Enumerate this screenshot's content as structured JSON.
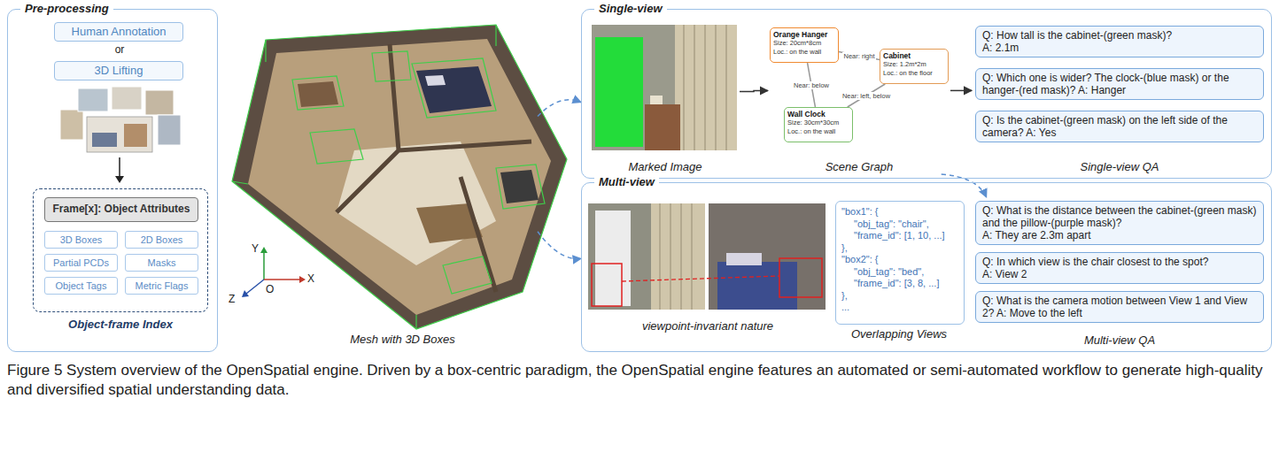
{
  "diagram": {
    "caption": "Figure 5 System overview of the OpenSpatial engine. Driven by a box-centric paradigm, the OpenSpatial engine features an automated or semi-automated workflow to generate high-quality and diversified spatial understanding data.",
    "nodes": [
      {
        "text": [
          "Pre-processing"
        ]
      },
      {
        "text": [
          "Human Annotation"
        ],
        "in": 0
      },
      {
        "text": [
          "3D Lifting"
        ],
        "in": 0
      },
      {
        "text": [
          "Object-frame Index"
        ],
        "in": 0
      },
      {
        "text": [
          "Frame[x]: Object Attributes"
        ],
        "in": 3
      },
      {
        "text": [
          "3D Boxes"
        ],
        "in": 3
      },
      {
        "text": [
          "2D Boxes"
        ],
        "in": 3
      },
      {
        "text": [
          "Partial PCDs"
        ],
        "in": 3
      },
      {
        "text": [
          "Masks"
        ],
        "in": 3
      },
      {
        "text": [
          "Object Tags"
        ],
        "in": 3
      },
      {
        "text": [
          "Metric Flags"
        ],
        "in": 3
      },
      {
        "text": [
          "Mesh with 3D Boxes"
        ]
      },
      {
        "text": [
          "Single-view"
        ]
      },
      {
        "text": [
          "Marked Image"
        ],
        "in": 12
      },
      {
        "text": [
          "Scene Graph"
        ],
        "in": 12
      },
      {
        "text": [
          "Orange Hanger",
          "Size: 20cm*8cm",
          "Loc.: on the wall"
        ],
        "in": 14
      },
      {
        "text": [
          "Cabinet",
          "Size: 1.2m*2m",
          "Loc.: on the floor"
        ],
        "in": 14
      },
      {
        "text": [
          "Wall Clock",
          "Size: 30cm*30cm",
          "Loc.: on the wall"
        ],
        "in": 14
      },
      {
        "text": [
          "Single-view QA"
        ],
        "in": 12
      },
      {
        "text": [
          "Q: How tall is the cabinet-(green mask)?",
          "A: 2.1m"
        ],
        "in": 18
      },
      {
        "text": [
          "Q: Which one is wider? The clock-(blue mask) or the hanger-(red mask)? A: Hanger"
        ],
        "in": 18
      },
      {
        "text": [
          "Q: Is the cabinet-(green mask) on the left side of the camera? A: Yes"
        ],
        "in": 18
      },
      {
        "text": [
          "Multi-view"
        ]
      },
      {
        "text": [
          "viewpoint-invariant nature"
        ],
        "in": 22
      },
      {
        "text": [
          "\"box1\": {",
          "\"obj_tag\": \"chair\",",
          "\"frame_id\": [1, 10, ...]",
          "},",
          "\"box2\": {",
          "\"obj_tag\": \"bed\",",
          "\"frame_id\": [3, 8, ...]",
          "},",
          "..."
        ],
        "in": 22
      },
      {
        "text": [
          "Multi-view QA"
        ],
        "in": 22
      },
      {
        "text": [
          "Q: What is the distance between the cabinet-(green mask) and the pillow-(purple mask)?",
          "A: They are 2.3m apart"
        ],
        "in": 25
      },
      {
        "text": [
          "Q: In which view is the chair closest to the spot?",
          "A: View 2"
        ],
        "in": 25
      },
      {
        "text": [
          "Q: What is the camera motion between View 1 and View 2? A: Move to the left"
        ],
        "in": 25
      }
    ],
    "edges": [
      {
        "from": 11,
        "to": 12,
        "arrow": "to"
      },
      {
        "from": 11,
        "to": 22,
        "arrow": "to"
      },
      {
        "from": 13,
        "to": 14,
        "arrow": "to"
      },
      {
        "from": 14,
        "to": 18,
        "arrow": "to"
      },
      {
        "from": 14,
        "to": 25,
        "arrow": "to"
      },
      {
        "from": 15,
        "to": 16,
        "arrow": "none",
        "label": "Near: right"
      },
      {
        "from": 16,
        "to": 17,
        "arrow": "none",
        "label": "Near: left, below"
      },
      {
        "from": 17,
        "to": 15,
        "arrow": "none",
        "label": "Near: below"
      }
    ],
    "labels": [
      "or",
      "Y",
      "O",
      "X",
      "Z",
      "Overlapping Views"
    ]
  }
}
